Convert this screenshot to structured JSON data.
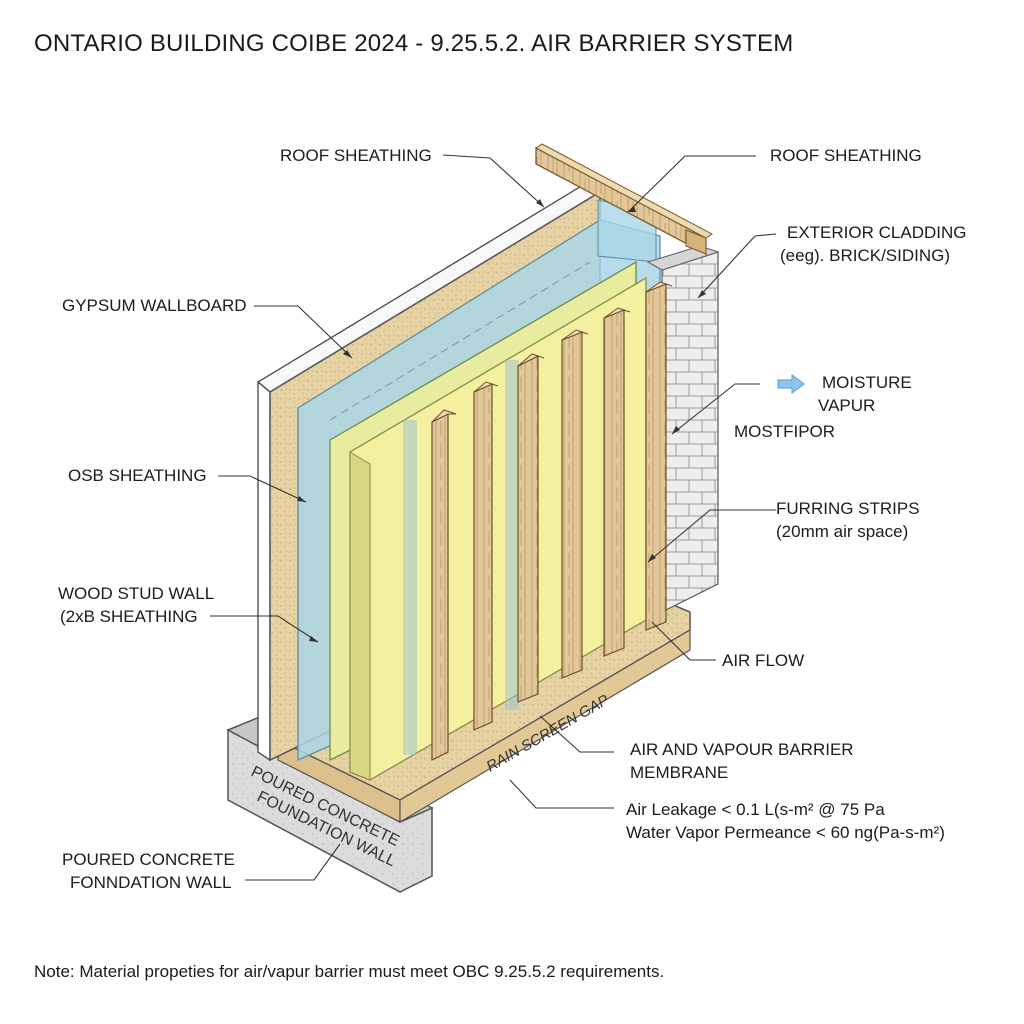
{
  "title": "ONTARIO BUILDING COIBE 2024 - 9.25.5.2. AIR BARRIER SYSTEM",
  "labels": {
    "roof_sheathing_left": "ROOF SHEATHING",
    "roof_sheathing_right": "ROOF SHEATHING",
    "exterior_cladding_1": "EXTERIOR CLADDING",
    "exterior_cladding_2": "(eeg). BRICK/SIDING)",
    "gypsum_wallboard": "GYPSUM WALLBOARD",
    "moisture_1": "MOISTURE",
    "moisture_2": "VAPUR",
    "mostfipor": "MOSTFIPOR",
    "osb_sheathing": "OSB SHEATHING",
    "furring_1": "FURRING STRIPS",
    "furring_2": "(20mm air space)",
    "wood_stud_1": "WOOD STUD WALL",
    "wood_stud_2": "(2xB SHEATHING",
    "air_flow": "AIR FLOW",
    "barrier_1": "AIR AND VAPOUR BARRIER",
    "barrier_2": "MEMBRANE",
    "spec_1": "Air Leakage < 0.1 L(s-m² @ 75 Pa",
    "spec_2": "Water Vapor Permeance < 60 ng(Pa-s-m²)",
    "foundation_1": "POURED CONCRETE",
    "foundation_2": "FONNDATION WALL",
    "rain_screen_gap": "RAIN SCREEN GAP",
    "foundation_block_1": "POURED CONCRETE",
    "foundation_block_2": "FOUNDATION WALL"
  },
  "note": "Note: Material propeties for air/vapur barrier must meet OBC 9.25.5.2 requirements.",
  "colors": {
    "osb": "#e7d2a4",
    "membrane": "#a9d6e6",
    "insulation": "#f1ef9c",
    "wood": "#e2c79a",
    "concrete": "#d8d8d8",
    "brick": "#ececec",
    "arrow": "#8ec5ec"
  },
  "icons": {
    "moisture_arrow": "right-arrow-icon"
  }
}
